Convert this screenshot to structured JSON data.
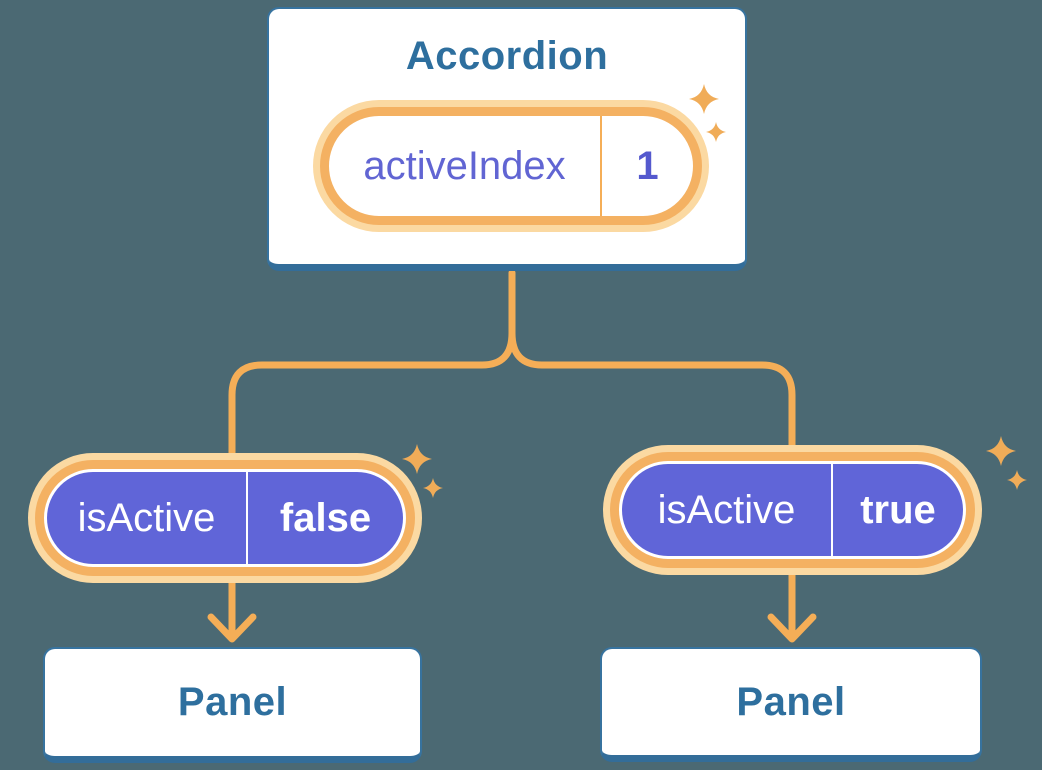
{
  "colors": {
    "bg": "#4B6973",
    "card_border": "#37739F",
    "card_edge": "#336D99",
    "heading_text": "#2E6F9E",
    "purple_fill": "#6065D8",
    "purple_text": "#6165D3",
    "purple_value_text": "#5459CE",
    "orange_ring": "#F4B162",
    "orange_halo": "#FBD9A2",
    "orange_line": "#F5AE57",
    "sparkle": "#F0AC58",
    "white": "#FFFFFF"
  },
  "accordion": {
    "title": "Accordion",
    "state": {
      "label": "activeIndex",
      "value": "1"
    }
  },
  "left": {
    "prop": {
      "label": "isActive",
      "value": "false"
    },
    "panel_title": "Panel"
  },
  "right": {
    "prop": {
      "label": "isActive",
      "value": "true"
    },
    "panel_title": "Panel"
  },
  "icons": [
    "sparkle-icon"
  ]
}
